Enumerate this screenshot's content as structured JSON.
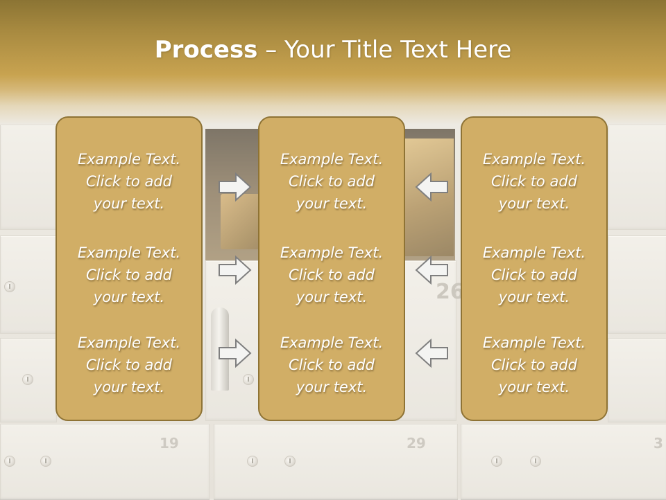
{
  "slide": {
    "title_bold": "Process",
    "title_rest": " – Your Title Text Here",
    "colors": {
      "title_band": "#c8a350",
      "box_fill": "#d1ae66",
      "box_border": "#8e7335",
      "text": "#ffffff"
    }
  },
  "columns": [
    {
      "items": [
        {
          "line1": "Example Text.",
          "line2": "Click  to add",
          "line3": "your text."
        },
        {
          "line1": "Example Text.",
          "line2": "Click  to add",
          "line3": "your text."
        },
        {
          "line1": "Example Text.",
          "line2": "Click  to add",
          "line3": "your text."
        }
      ]
    },
    {
      "items": [
        {
          "line1": "Example Text.",
          "line2": "Click  to add",
          "line3": "your text."
        },
        {
          "line1": "Example Text.",
          "line2": "Click  to add",
          "line3": "your text."
        },
        {
          "line1": "Example Text.",
          "line2": "Click  to add",
          "line3": "your text."
        }
      ]
    },
    {
      "items": [
        {
          "line1": "Example Text.",
          "line2": "Click  to add",
          "line3": "your text."
        },
        {
          "line1": "Example Text.",
          "line2": "Click  to add",
          "line3": "your text."
        },
        {
          "line1": "Example Text.",
          "line2": "Click  to add",
          "line3": "your text."
        }
      ]
    }
  ],
  "arrows": {
    "left_group": [
      "arrow-right-icon",
      "arrow-right-icon",
      "arrow-right-icon"
    ],
    "right_group": [
      "arrow-left-icon",
      "arrow-left-icon",
      "arrow-left-icon"
    ]
  },
  "background": {
    "box_numbers": [
      "19",
      "29",
      "26",
      "3"
    ]
  }
}
